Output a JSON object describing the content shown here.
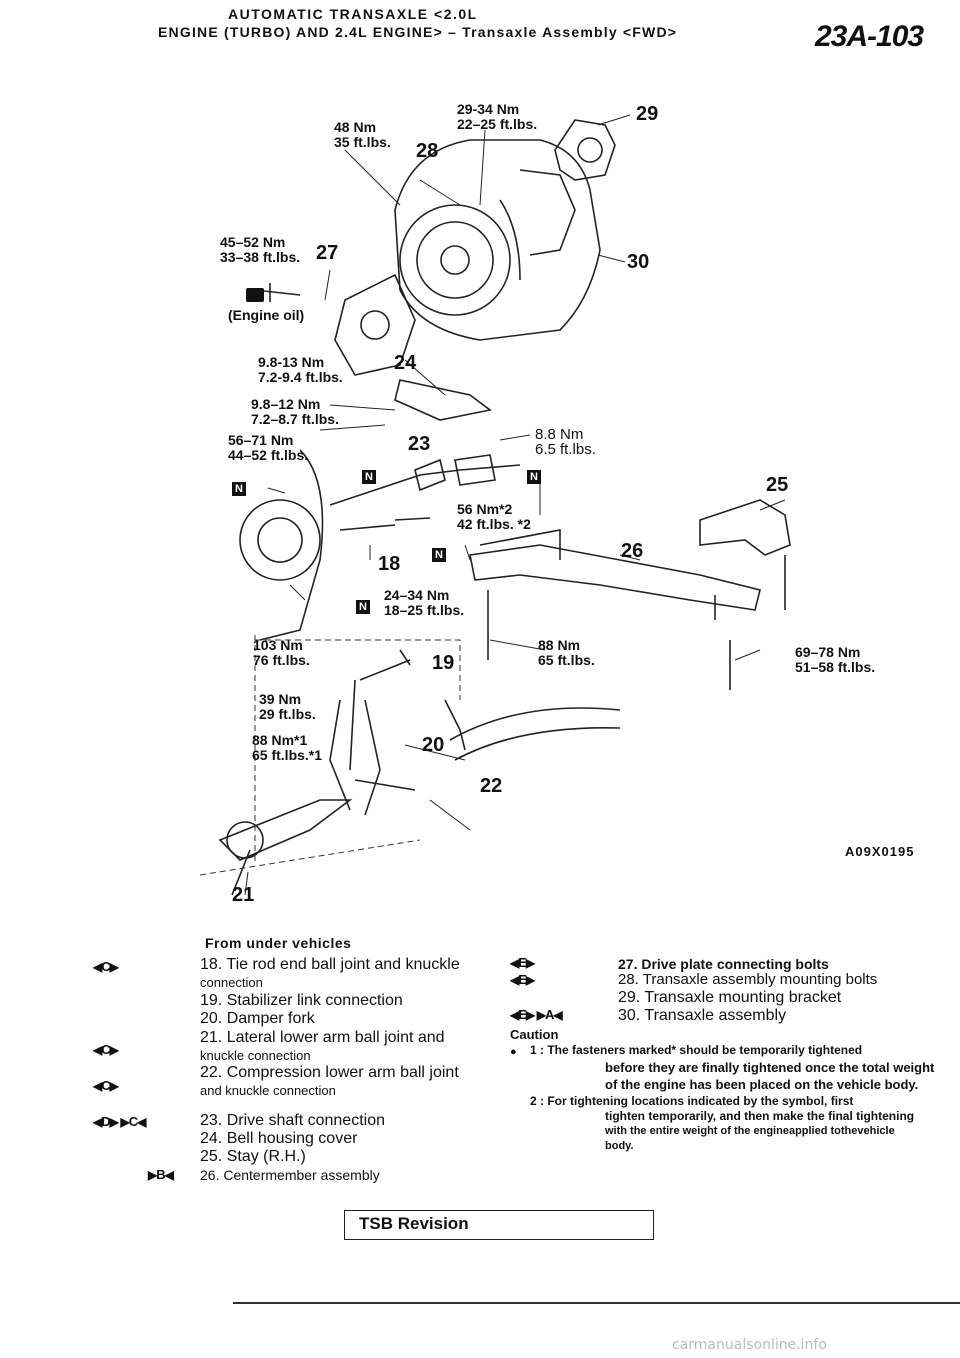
{
  "header": {
    "line1": "AUTOMATIC TRANSAXLE <2.0L",
    "line2": "ENGINE (TURBO) AND 2.4L ENGINE> – Transaxle Assembly <FWD>",
    "page_number": "23A-103"
  },
  "diagram": {
    "code": "A09X0195",
    "callouts": {
      "n18": "18",
      "n19": "19",
      "n20": "20",
      "n21": "21",
      "n22": "22",
      "n23": "23",
      "n24": "24",
      "n25": "25",
      "n26": "26",
      "n27": "27",
      "n28": "28",
      "n29": "29",
      "n30": "30"
    },
    "torque": {
      "t_29_34": [
        "29-34 Nm",
        "22–25 ft.lbs."
      ],
      "t_48": [
        "48 Nm",
        "35 ft.lbs."
      ],
      "t_45_52": [
        "45–52 Nm",
        "33–38 ft.lbs."
      ],
      "engine_oil": "(Engine oil)",
      "t_9_8_13": [
        "9.8-13 Nm",
        "7.2-9.4 ft.lbs."
      ],
      "t_9_8_12": [
        "9.8–12 Nm",
        "7.2–8.7 ft.lbs."
      ],
      "t_56_71": [
        "56–71 Nm",
        "44–52 ft.lbs."
      ],
      "t_8_8": [
        "8.8 Nm",
        "6.5 ft.lbs."
      ],
      "t_56": [
        "56 Nm*2",
        "42 ft.lbs. *2"
      ],
      "t_24_34": [
        "24–34 Nm",
        "18–25 ft.lbs."
      ],
      "t_103": [
        "103 Nm",
        "76 ft.lbs."
      ],
      "t_88a": [
        "88 Nm",
        "65 ft.lbs."
      ],
      "t_69_78": [
        "69–78 Nm",
        "51–58 ft.lbs."
      ],
      "t_39": [
        "39 Nm",
        "29 ft.lbs."
      ],
      "t_88b": [
        "88 Nm*1",
        "65 ft.lbs.*1"
      ]
    },
    "n_box": "N"
  },
  "caption": "From under vehicles",
  "items_left": [
    {
      "text": "18. Tie rod end ball joint and knuckle",
      "sub": "connection"
    },
    {
      "text": "19. Stabilizer link connection",
      "sub": ""
    },
    {
      "text": "20. Damper fork",
      "sub": ""
    },
    {
      "text": "21. Lateral lower arm ball joint and",
      "sub": "knuckle connection"
    },
    {
      "text": "22. Compression lower arm ball joint",
      "sub": "and knuckle connection"
    },
    {
      "text": "23. Drive shaft connection",
      "sub": ""
    },
    {
      "text": "24. Bell housing cover",
      "sub": ""
    },
    {
      "text": "25. Stay (R.H.)",
      "sub": ""
    },
    {
      "text": "26. Centermember assembly",
      "sub": ""
    }
  ],
  "items_right": [
    "27. Drive plate connecting bolts",
    "28. Transaxle assembly mounting bolts",
    "29. Transaxle mounting bracket",
    "30. Transaxle assembly"
  ],
  "symbols": {
    "C": "C",
    "D": "D",
    "B": "B",
    "E": "E",
    "A": "A"
  },
  "caution": {
    "title": "Caution",
    "note1": [
      "1 : The fasteners marked* should be temporarily tightened",
      "before they are finally tightened once the total weight",
      "of the engine has been placed on the vehicle body."
    ],
    "note2": [
      "2 : For tightening locations indicated by the symbol, first",
      "tighten temporarily, and then make the final tightening",
      "with the entire weight of the engineapplied tothevehicle",
      "body."
    ]
  },
  "tsb": "TSB Revision",
  "footer": "carmanualsonline.info"
}
